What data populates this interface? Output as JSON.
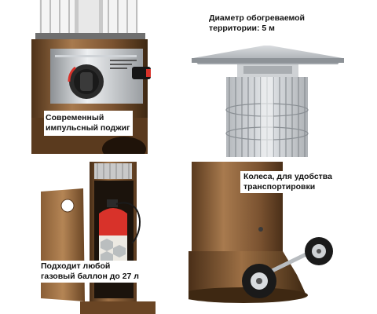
{
  "captions": {
    "ignition": {
      "line1": "Современный",
      "line2": "импульсный поджиг"
    },
    "area": {
      "line1": "Диаметр обогреваемой",
      "line2": "территории: 5 м"
    },
    "wheels": {
      "line1": "Колеса, для удобства",
      "line2": "транспортировки"
    },
    "balloon": {
      "line1": "Подходит любой",
      "line2": "газовый баллон до 27 л"
    }
  },
  "colors": {
    "bronze": "#7a5230",
    "bronze_light": "#a87a4e",
    "steel": "#c9cccf",
    "knob": "#1e1e1e",
    "gas_cylinder_red": "#d8322a",
    "gas_cylinder_white": "#ece9e2"
  },
  "icons": {
    "ignition_knob": "knob-icon",
    "gas_cylinder": "gas-cylinder-icon",
    "wheel": "wheel-icon"
  }
}
